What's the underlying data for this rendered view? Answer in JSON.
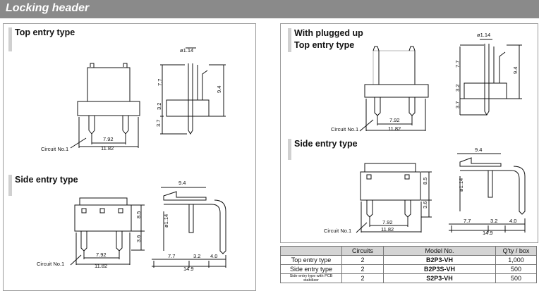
{
  "header": {
    "title": "Locking header"
  },
  "left": {
    "top_title": "Top entry type",
    "side_title": "Side entry type",
    "top_dims": {
      "phi": "ø1.14",
      "d77": "7.7",
      "d32": "3.2",
      "d37": "3.7",
      "d94": "9.4",
      "d792": "7.92",
      "d1182": "11.82",
      "circuit": "Circuit No.1"
    },
    "side_dims": {
      "d94": "9.4",
      "d85": "8.5",
      "d36": "3.6",
      "phi": "ø1.14",
      "d792": "7.92",
      "d1182": "11.82",
      "d77": "7.7",
      "d32": "3.2",
      "d40": "4.0",
      "d149": "14.9",
      "circuit": "Circuit No.1"
    }
  },
  "right": {
    "plug_title_1": "With plugged up",
    "plug_title_2": "Top entry type",
    "side_title": "Side entry type",
    "top_dims": {
      "phi": "ø1.14",
      "d77": "7.7",
      "d32": "3.2",
      "d37": "3.7",
      "d94": "9.4",
      "d792": "7.92",
      "d1182": "11.82",
      "circuit": "Circuit No.1"
    },
    "side_dims": {
      "d94": "9.4",
      "d85": "8.5",
      "d36": "3.6",
      "phi": "ø1.14",
      "d792": "7.92",
      "d1182": "11.82",
      "d77": "7.7",
      "d32": "3.2",
      "d40": "4.0",
      "d149": "14.9",
      "circuit": "Circuit No.1"
    }
  },
  "table": {
    "headers": [
      "",
      "Circuits",
      "Model No.",
      "Q'ty / box"
    ],
    "rows": [
      {
        "type": "Top entry type",
        "circuits": "2",
        "model": "B2P3-VH",
        "qty": "1,000"
      },
      {
        "type": "Side entry type",
        "circuits": "2",
        "model": "B2P3S-VH",
        "qty": "500"
      },
      {
        "type": "Side entry type with PCB stabilizer",
        "circuits": "2",
        "model": "S2P3-VH",
        "qty": "500"
      }
    ]
  }
}
